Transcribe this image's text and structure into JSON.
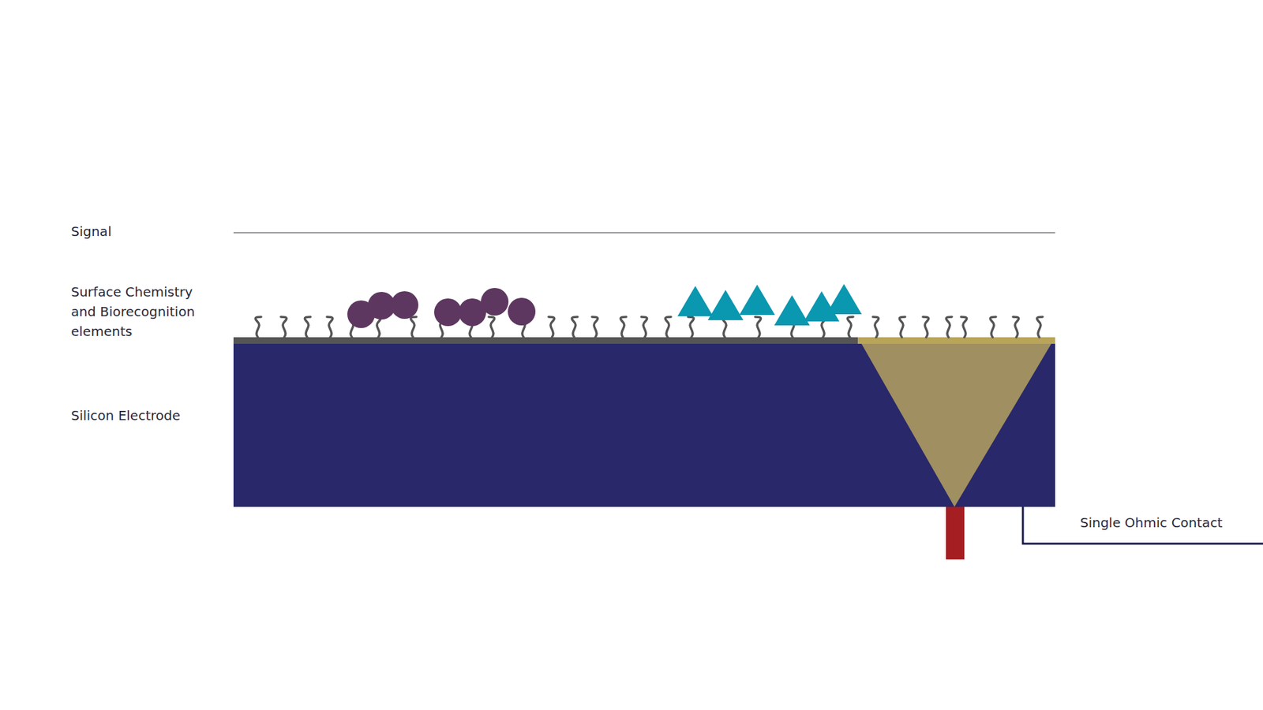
{
  "diagram": {
    "labels": [
      "Signal",
      "Surface Chemistry and Biorecognition elements",
      "Silicon Electrode",
      "Single Ohmic Contact"
    ]
  }
}
